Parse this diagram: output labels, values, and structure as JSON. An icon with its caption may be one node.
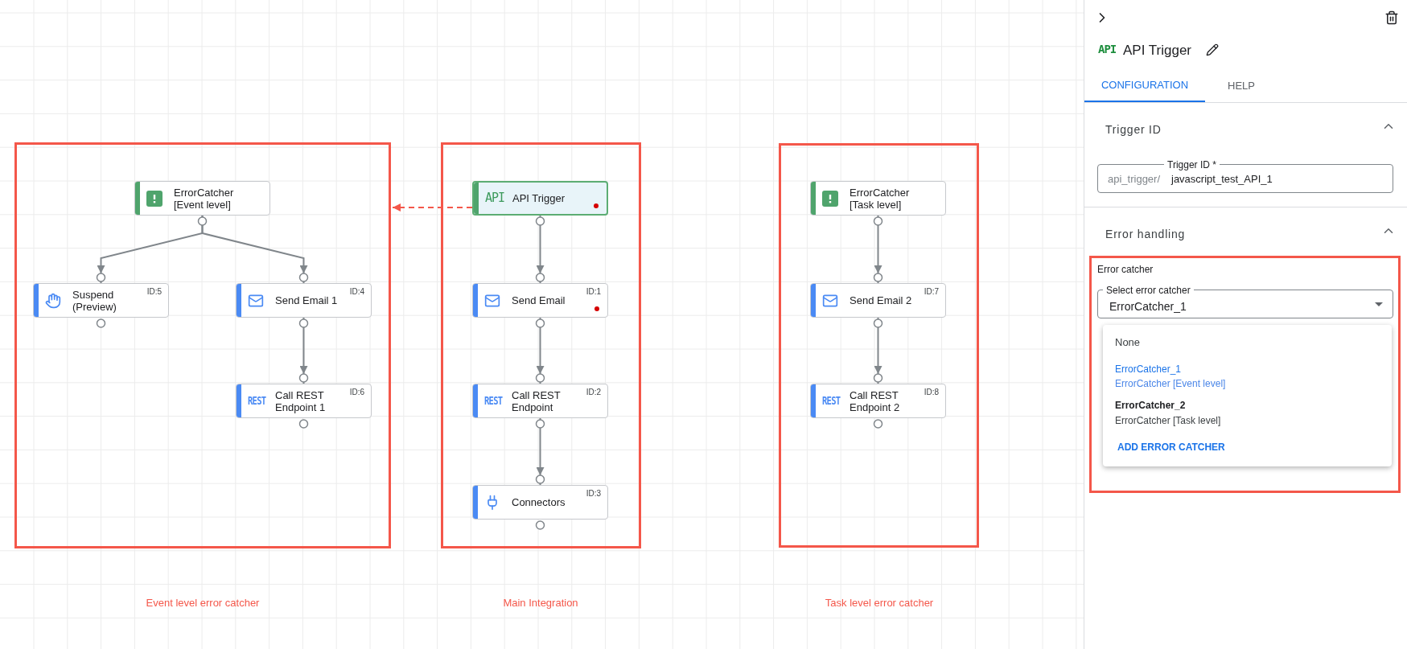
{
  "diagram": {
    "nodes": [
      {
        "text": [],
        "shape": "box"
      },
      {
        "text": [
          "ErrorCatcher [Event level]"
        ],
        "in": 0
      },
      {
        "text": [
          "Suspend (Preview)",
          "ID:5"
        ],
        "in": 0
      },
      {
        "text": [
          "Send Email 1",
          "ID:4"
        ],
        "in": 0
      },
      {
        "text": [
          "REST",
          "Call REST Endpoint 1",
          "ID:6"
        ],
        "in": 0
      },
      {
        "text": [],
        "shape": "box"
      },
      {
        "text": [
          "API",
          "API Trigger"
        ],
        "in": 5
      },
      {
        "text": [
          "Send Email",
          "ID:1"
        ],
        "in": 5
      },
      {
        "text": [
          "REST",
          "Call REST Endpoint",
          "ID:2"
        ],
        "in": 5
      },
      {
        "text": [
          "Connectors",
          "ID:3"
        ],
        "in": 5
      },
      {
        "text": [],
        "shape": "box"
      },
      {
        "text": [
          "ErrorCatcher [Task level]"
        ],
        "in": 10
      },
      {
        "text": [
          "Send Email 2",
          "ID:7"
        ],
        "in": 10
      },
      {
        "text": [
          "REST",
          "Call REST Endpoint 2",
          "ID:8"
        ],
        "in": 10
      }
    ],
    "edges": [
      {
        "from": 1,
        "to": 2,
        "arrow": "to"
      },
      {
        "from": 1,
        "to": 3,
        "arrow": "to"
      },
      {
        "from": 3,
        "to": 4,
        "arrow": "to"
      },
      {
        "from": 6,
        "to": 7,
        "arrow": "to"
      },
      {
        "from": 7,
        "to": 8,
        "arrow": "to"
      },
      {
        "from": 8,
        "to": 9,
        "arrow": "to"
      },
      {
        "from": 11,
        "to": 12,
        "arrow": "to"
      },
      {
        "from": 12,
        "to": 13,
        "arrow": "to"
      },
      {
        "from": 6,
        "to": 0,
        "arrow": "to",
        "style": "dashed",
        "color": "#f4574a"
      }
    ],
    "labels": [
      "API",
      "API Trigger",
      "CONFIGURATION",
      "HELP",
      "Trigger ID",
      "Trigger ID *",
      "api_trigger/",
      "javascript_test_API_1",
      "Error handling",
      "Error catcher",
      "Select error catcher",
      "ErrorCatcher_1",
      "None",
      "ErrorCatcher_1",
      "ErrorCatcher [Event level]",
      "ErrorCatcher_2",
      "ErrorCatcher [Task level]",
      "ADD ERROR CATCHER",
      "Event level error catcher",
      "Main Integration",
      "Task level error catcher"
    ]
  }
}
